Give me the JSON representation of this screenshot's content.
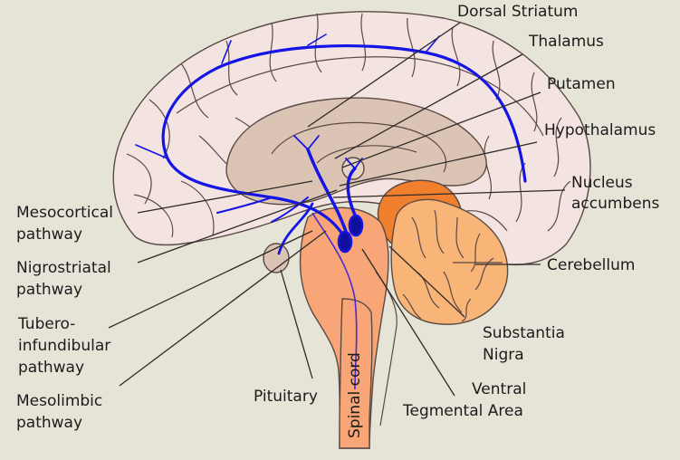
{
  "diagram": {
    "subject": "Dopamine pathways of the human brain (sagittal view)",
    "colors": {
      "background": "#e6e3d7",
      "cortex": "#f3e3e1",
      "deep_structures": "#dcc4b4",
      "brainstem": "#f8a577",
      "cerebellum": "#f9b477",
      "cerebellum_dark": "#f07f2e",
      "pathway": "#1414e6",
      "label_text": "#1c1c1c"
    },
    "labels": {
      "dorsal_striatum": "Dorsal Striatum",
      "thalamus": "Thalamus",
      "putamen": "Putamen",
      "hypothalamus": "Hypothalamus",
      "nucleus_accumbens": [
        "Nucleus",
        "accumbens"
      ],
      "cerebellum": "Cerebellum",
      "substantia_nigra": [
        "Substantia",
        "Nigra"
      ],
      "ventral_tegmental_area": [
        "Ventral",
        "Tegmental Area"
      ],
      "pituitary": "Pituitary",
      "spinal_cord": "Spinal cord",
      "mesocortical_pathway": [
        "Mesocortical",
        "pathway"
      ],
      "nigrostriatal_pathway": [
        "Nigrostriatal",
        "pathway"
      ],
      "tuberoinfundibular_pathway": [
        "Tubero-",
        "infundibular",
        "pathway"
      ],
      "mesolimbic_pathway": [
        "Mesolimbic",
        "pathway"
      ]
    }
  }
}
